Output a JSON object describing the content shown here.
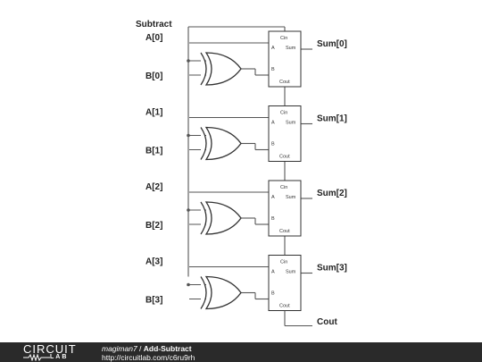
{
  "diagram": {
    "control_input": "Subtract",
    "stages": [
      {
        "a_label": "A[0]",
        "b_label": "B[0]",
        "sum_label": "Sum[0]",
        "pins": {
          "cin": "Cin",
          "a": "A",
          "b": "B",
          "sum": "Sum",
          "cout": "Cout"
        }
      },
      {
        "a_label": "A[1]",
        "b_label": "B[1]",
        "sum_label": "Sum[1]",
        "pins": {
          "cin": "Cin",
          "a": "A",
          "b": "B",
          "sum": "Sum",
          "cout": "Cout"
        }
      },
      {
        "a_label": "A[2]",
        "b_label": "B[2]",
        "sum_label": "Sum[2]",
        "pins": {
          "cin": "Cin",
          "a": "A",
          "b": "B",
          "sum": "Sum",
          "cout": "Cout"
        }
      },
      {
        "a_label": "A[3]",
        "b_label": "B[3]",
        "sum_label": "Sum[3]",
        "pins": {
          "cin": "Cin",
          "a": "A",
          "b": "B",
          "sum": "Sum",
          "cout": "Cout"
        }
      }
    ],
    "carry_out_label": "Cout"
  },
  "footer": {
    "logo_top": "CIRCUIT",
    "logo_bottom": "LAB",
    "author": "magiman7",
    "separator": " / ",
    "title": "Add-Subtract",
    "url": "http://circuitlab.com/c6ru9rh"
  },
  "colors": {
    "footer_background": "#2a2a2a",
    "wire": "#555555",
    "text": "#222222"
  }
}
